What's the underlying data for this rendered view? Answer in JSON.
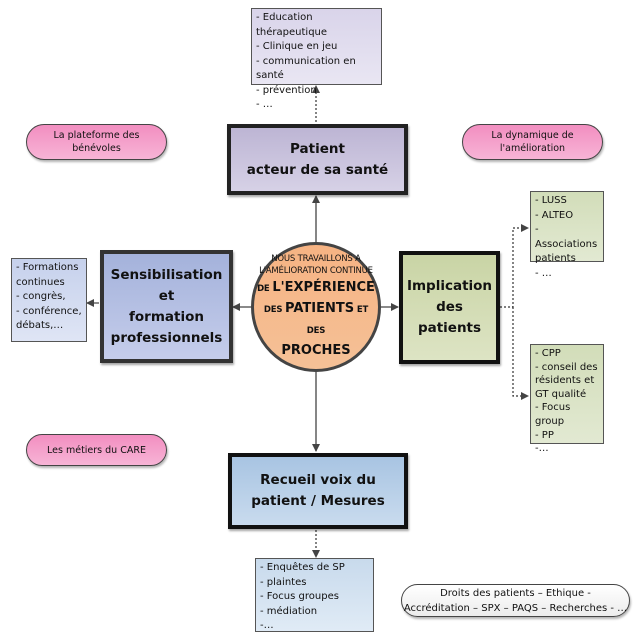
{
  "center": {
    "line1": "NOUS TRAVAILLONS A",
    "line2": "L'AMÉLIORATION CONTINUE",
    "line3_prefix": "DE ",
    "line3_big": "L'EXPÉRIENCE",
    "line4_prefix": "DES ",
    "line4_big": "PATIENTS",
    "line4_suffix": " ET DES",
    "line5_big": "PROCHES",
    "fill_color": "#f5b98c"
  },
  "main_boxes": {
    "patient": "Patient\nacteur de sa santé",
    "sensibilisation": "Sensibilisation et\nformation\nprofessionnels",
    "implication": "Implication\ndes patients",
    "recueil": "Recueil voix du\npatient / Mesures"
  },
  "notes": {
    "patient": "- Education thérapeutique\n- Clinique en jeu\n- communication en santé\n- prévention\n- …",
    "implication_top": "- LUSS\n- ALTEO\n- Associations\n   patients\n- …",
    "implication_bottom": "- CPP\n- conseil des\nrésidents et\nGT qualité\n- Focus group\n- PP\n-…",
    "sensibilisation": "- Formations\ncontinues\n- congrès,\n- conférence,\ndébats,…",
    "recueil": "- Enquêtes de SP\n- plaintes\n- Focus groupes\n- médiation\n-…"
  },
  "pills": {
    "benevoles": "La plateforme des\nbénévoles",
    "dynamique": "La dynamique de\nl'amélioration",
    "care": "Les métiers du CARE",
    "droits": "Droits des patients – Ethique -\nAccréditation – SPX – PAQS – Recherches - …"
  },
  "colors": {
    "pill_pink": "#f4a0ca",
    "patient_box": "#c9c3de",
    "sensib_box": "#b4bfe3",
    "impl_box": "#d3dcb4",
    "recueil_box": "#b8cfe8"
  }
}
